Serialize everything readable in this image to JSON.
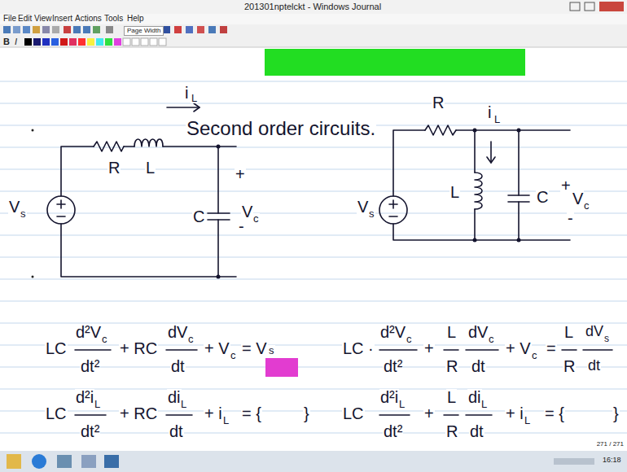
{
  "diagram": {
    "title": "Second order circuits.",
    "labels": [
      "201301nptelckt - Windows Journal",
      "File",
      "Edit",
      "View",
      "Insert",
      "Actions",
      "Tools",
      "Help",
      "Page Width",
      "B",
      "I",
      "R",
      "L",
      "i",
      "L",
      "V",
      "s",
      "C",
      "+",
      "V",
      "c",
      "-",
      "R",
      "i",
      "L",
      "V",
      "s",
      "L",
      "C",
      "+",
      "V",
      "c",
      "-",
      "LC",
      "d²V",
      "c",
      "dt²",
      "+ RC",
      "dV",
      "c",
      "dt",
      "+ V",
      "c",
      "= V",
      "s",
      "LC",
      "d²i",
      "L",
      "dt²",
      "+ RC",
      "di",
      "L",
      "dt",
      "+ i",
      "L",
      "= {",
      "}",
      "LC ·",
      "d²V",
      "c",
      "dt²",
      "+",
      "L",
      "R",
      "dV",
      "c",
      "dt",
      "+ V",
      "c",
      "=",
      "L",
      "R",
      "dV",
      "s",
      "dt",
      "LC",
      "d²i",
      "L",
      "dt²",
      "+",
      "L",
      "R",
      "di",
      "L",
      "dt",
      "+ i",
      "L",
      "= {",
      "}",
      "271 / 271",
      "16:18"
    ]
  }
}
